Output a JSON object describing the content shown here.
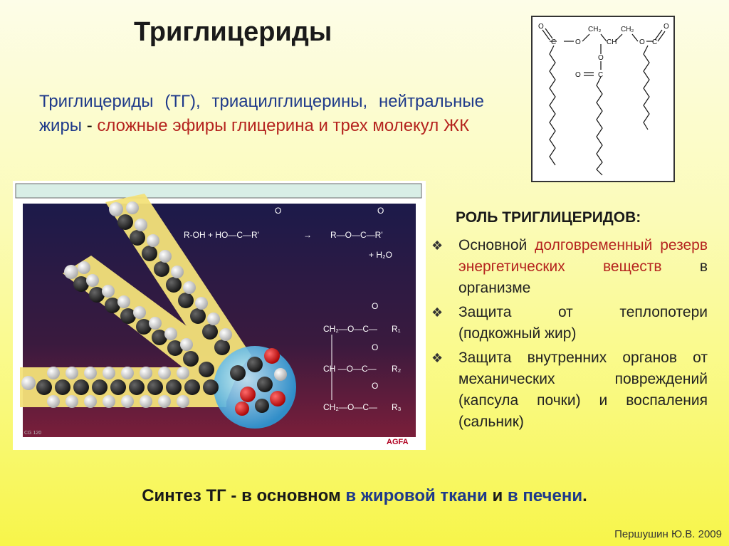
{
  "title": "Триглицериды",
  "definition": {
    "part1": "Триглицериды (ТГ), триацилглицерины, нейтральные жиры",
    "part2": " - ",
    "part3": "сложные эфиры глицерина и трех молекул ЖК"
  },
  "formula": {
    "ch2_left": "CH₂",
    "ch_mid": "CH",
    "ch2_right": "CH₂",
    "o": "O",
    "c": "C"
  },
  "illustration": {
    "eq1_left": "R-OH  +  HO—C—R'",
    "eq1_right": "R—O—C—R'",
    "eq1_water": "+ H₂O",
    "o_label": "O",
    "tg_rows": [
      {
        "left": "CH₂—O—C—",
        "r": "R₁"
      },
      {
        "left": "CH —O—C—",
        "r": "R₂"
      },
      {
        "left": "CH₂—O—C—",
        "r": "R₃"
      }
    ],
    "brand": "AGFA",
    "code": "CG 120"
  },
  "roles": {
    "heading": "РОЛЬ ТРИГЛИЦЕРИДОВ:",
    "items": [
      {
        "a": "Основной ",
        "b": "долговременный резерв энергетических веществ",
        "c": " в организме"
      },
      {
        "a": "Защита от теплопотери (подкожный жир)",
        "b": "",
        "c": ""
      },
      {
        "a": "Защита внутренних органов от механических повреждений (капсула почки) и воспаления (сальник)",
        "b": "",
        "c": ""
      }
    ]
  },
  "synthesis": {
    "a": "Синтез ТГ - в основном ",
    "b": "в жировой ткани",
    "c": " и ",
    "d": "в печени",
    "e": "."
  },
  "footer": "Першушин Ю.В. 2009",
  "colors": {
    "blue_text": "#1f3a8a",
    "red_text": "#b5241f",
    "background_top": "#fdfde8",
    "background_bottom": "#f7f54a"
  }
}
